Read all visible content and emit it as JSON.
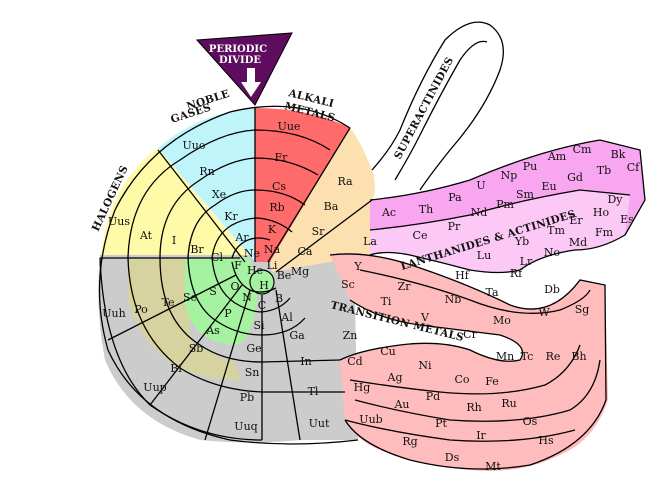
{
  "colors": {
    "noble_gases": "#bff4fb",
    "alkali_metals": "#ff6b6b",
    "alkaline_earth": "#fde0b0",
    "halogens": "#fffaa8",
    "nonmetals_green": "#a5f2a0",
    "metalloids": "#d6d3a0",
    "post_transition": "#cccccc",
    "transition_metals": "#ffbcbc",
    "lanthanides_actinides": "#f8a6f0",
    "superactinides": "#ffffff",
    "periodic_divide": "#5e0d5e"
  },
  "labels": {
    "periodic_divide_line1": "PERIODIC",
    "periodic_divide_line2": "DIVIDE",
    "noble_gases_line1": "NOBLE",
    "noble_gases_line2": "GASES",
    "alkali_metals_line1": "ALKALI",
    "alkali_metals_line2": "METALS",
    "halogens": "HALOGENS",
    "superactinides": "SUPERACTINIDES",
    "lanthanides_actinides": "LANTHANIDES & ACTINIDES",
    "transition_metals": "TRANSITION METALS"
  },
  "elements": {
    "core": [
      "H",
      "He",
      "Li",
      "Be",
      "B",
      "C",
      "N",
      "O",
      "F",
      "Ne",
      "Na",
      "Mg",
      "Al",
      "Si",
      "P",
      "S",
      "Cl",
      "Ar",
      "K",
      "Ca",
      "Ga",
      "Ge",
      "As",
      "Se",
      "Br",
      "Kr",
      "Rb",
      "Sr",
      "In",
      "Sn",
      "Sb",
      "Te",
      "I",
      "Xe",
      "Cs",
      "Ba",
      "Tl",
      "Pb",
      "Bi",
      "Po",
      "At",
      "Rn",
      "Fr",
      "Ra",
      "Uut",
      "Uuq",
      "Uup",
      "Uuh",
      "Uus",
      "Uuo",
      "Uue"
    ],
    "transition": [
      "Sc",
      "Ti",
      "V",
      "Cr",
      "Mn",
      "Fe",
      "Co",
      "Ni",
      "Cu",
      "Zn",
      "Y",
      "Zr",
      "Nb",
      "Mo",
      "Tc",
      "Ru",
      "Rh",
      "Pd",
      "Ag",
      "Cd",
      "Hf",
      "Ta",
      "W",
      "Re",
      "Os",
      "Ir",
      "Pt",
      "Au",
      "Hg",
      "Rf",
      "Db",
      "Sg",
      "Bh",
      "Hs",
      "Mt",
      "Ds",
      "Rg",
      "Uub"
    ],
    "lanthanides_actinides": [
      "La",
      "Ce",
      "Pr",
      "Nd",
      "Pm",
      "Sm",
      "Eu",
      "Gd",
      "Tb",
      "Dy",
      "Ho",
      "Er",
      "Tm",
      "Yb",
      "Lu",
      "Ac",
      "Th",
      "Pa",
      "U",
      "Np",
      "Pu",
      "Am",
      "Cm",
      "Bk",
      "Cf",
      "Es",
      "Fm",
      "Md",
      "No",
      "Lr"
    ]
  }
}
